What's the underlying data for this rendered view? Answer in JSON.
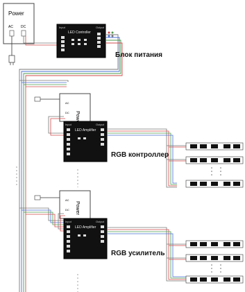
{
  "power_box_top": {
    "title": "Power",
    "ac": "AC",
    "dc": "DC"
  },
  "power_box_mid": {
    "title": "Power",
    "ac": "AC",
    "dc": "DC"
  },
  "power_box_low": {
    "title": "Power",
    "ac": "AC",
    "dc": "DC"
  },
  "controller": {
    "title": "LED Controller",
    "input": "Input",
    "output": "Output"
  },
  "amplifier_1": {
    "title": "LED Amplifier",
    "input": "Input",
    "output": "Output"
  },
  "amplifier_2": {
    "title": "LED Amplifier",
    "input": "Input",
    "output": "Output"
  },
  "captions": {
    "power_unit": "Блок питания",
    "rgb_controller": "RGB  контроллер",
    "rgb_amplifier": "RGB  усилитель"
  },
  "led_strip": {
    "segment_label": "||||"
  },
  "colors": {
    "wire_red": "#d24a4a",
    "wire_green": "#4c9a4c",
    "wire_blue": "#4a6fd2",
    "wire_gray": "#777777",
    "box": "#111111"
  }
}
